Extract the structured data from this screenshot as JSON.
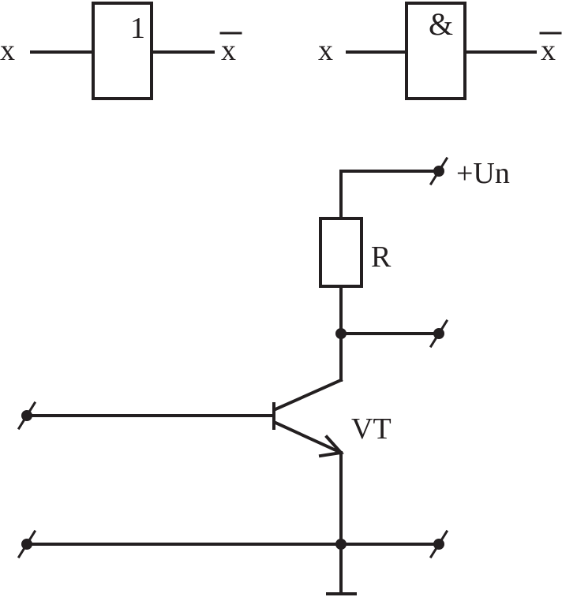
{
  "not_gate": {
    "input_label": "x",
    "symbol": "1",
    "output_label": "x"
  },
  "nand_gate": {
    "input_label": "x",
    "symbol": "&",
    "output_label": "x"
  },
  "circuit": {
    "supply_label": "+Un",
    "resistor_label": "R",
    "transistor_label": "VT"
  },
  "colors": {
    "ink": "#231f20",
    "background": "#ffffff"
  }
}
